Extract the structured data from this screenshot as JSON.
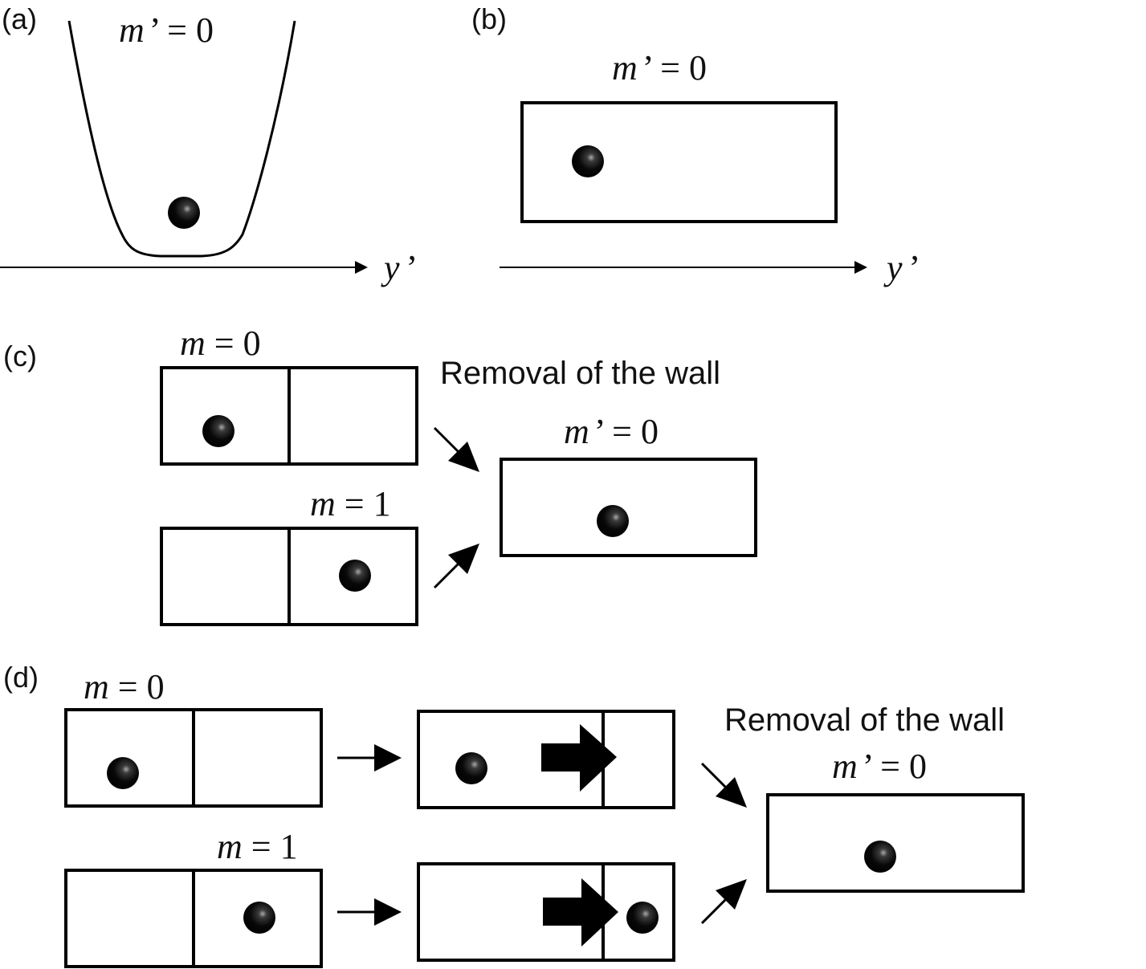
{
  "panels": {
    "a": {
      "label": "(a)",
      "state_label": {
        "symbol": "m",
        "prime": "’",
        "rel": " = 0"
      },
      "axis_label": {
        "symbol": "y",
        "prime": "’"
      }
    },
    "b": {
      "label": "(b)",
      "state_label": {
        "symbol": "m",
        "prime": "’",
        "rel": " = 0"
      },
      "axis_label": {
        "symbol": "y",
        "prime": "’"
      }
    },
    "c": {
      "label": "(c)",
      "top_label": {
        "symbol": "m",
        "rel": " = 0"
      },
      "bottom_label": {
        "symbol": "m",
        "rel": " = 1"
      },
      "caption": "Removal of the wall",
      "result_label": {
        "symbol": "m",
        "prime": "’",
        "rel": " = 0"
      }
    },
    "d": {
      "label": "(d)",
      "top_label": {
        "symbol": "m",
        "rel": " = 0"
      },
      "bottom_label": {
        "symbol": "m",
        "rel": " = 1"
      },
      "caption": "Removal of the wall",
      "result_label": {
        "symbol": "m",
        "prime": "’",
        "rel": " = 0"
      }
    }
  },
  "colors": {
    "stroke": "#000000",
    "ball": "#000000",
    "highlight": "#9a9a9a"
  }
}
